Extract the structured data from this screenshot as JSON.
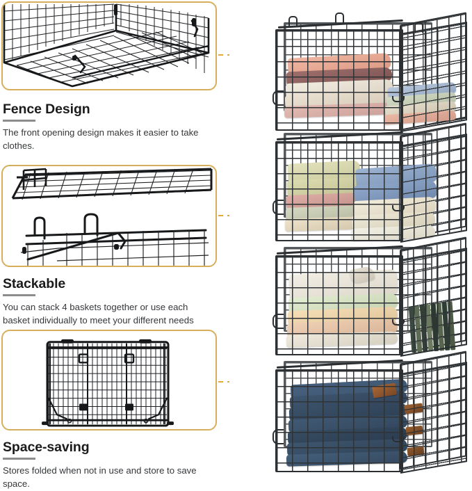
{
  "page": {
    "title": "Wire Storage Basket Feature Infographic",
    "accent_color": "#e0a93f",
    "frame_border_color": "#d6ae5c",
    "dot_color": "#ef9a16",
    "heading_color": "#1b1b1b",
    "body_color": "#35373a",
    "rule_color": "#8c8c8c",
    "background": "#ffffff"
  },
  "features": [
    {
      "id": "fence-design",
      "heading": "Fence Design",
      "body": "The front opening design makes it easier to take clothes.",
      "image_alt": "Wire basket shown in perspective with open fence-style front panel",
      "connector": {
        "present": true,
        "style": "dashed",
        "endpoint": "dot"
      }
    },
    {
      "id": "stackable",
      "heading": "Stackable",
      "body": "You can stack 4 baskets together or use each basket individually to meet your different needs",
      "image_alt": "Two wire baskets shown stacking together, close-up of the stacking rails and handles",
      "connector": {
        "present": true,
        "style": "dashed",
        "endpoint": "dot"
      }
    },
    {
      "id": "space-saving",
      "heading": "Space-saving",
      "body": "Stores folded when not in use and store to save space.",
      "image_alt": "Wire basket collapsed flat, viewed from above",
      "connector": {
        "present": true,
        "style": "dashed",
        "endpoint": "dot"
      }
    }
  ],
  "product_photo": {
    "alt": "Four stacked wire storage baskets filled with folded clothing and blankets",
    "basket_count": 4,
    "baskets": [
      {
        "index": 1,
        "label": "top-basket",
        "contents": "Folded blankets and towels",
        "item_colors": [
          "#e8a894",
          "#e6b9a6",
          "#9c6f6b",
          "#ece4d8",
          "#efe6da",
          "#d9b6ae",
          "#b9c7d8",
          "#cfd7c6"
        ]
      },
      {
        "index": 2,
        "label": "second-basket",
        "contents": "Folded quilts in sage and blue",
        "item_colors": [
          "#dcdcb4",
          "#d7d7ad",
          "#8ca6c6",
          "#8099bb",
          "#d8a9a2",
          "#efe9dc",
          "#c5c9b4",
          "#e3dcc9"
        ]
      },
      {
        "index": 3,
        "label": "third-basket",
        "contents": "Folded shirts and vertically filed garments",
        "item_colors": [
          "#e8e4da",
          "#dfe6cf",
          "#f0d9b4",
          "#edcdb3",
          "#e7e0d2",
          "#3d4a42",
          "#6f7a63"
        ]
      },
      {
        "index": 4,
        "label": "bottom-basket",
        "contents": "Stacked folded denim jeans with leather patches",
        "item_colors": [
          "#3a506b",
          "#33465f",
          "#2e4057",
          "#8a5a32"
        ]
      }
    ]
  }
}
